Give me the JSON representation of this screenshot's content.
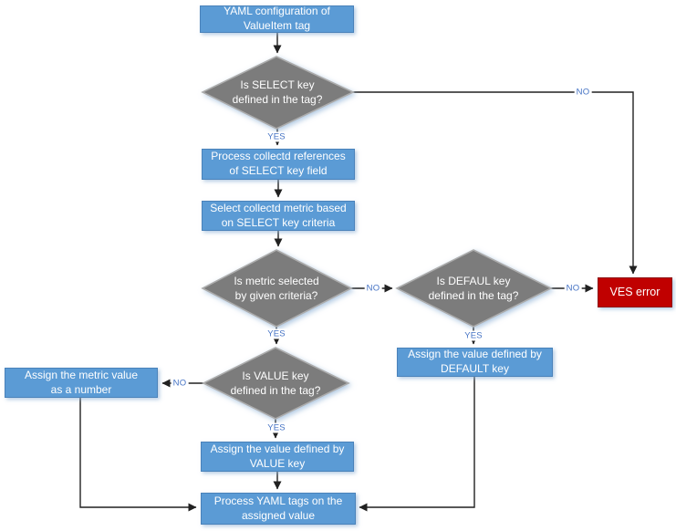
{
  "nodes": {
    "yaml_config": "YAML configuration of\nValueItem tag",
    "select_key_q": "Is SELECT key\ndefined in the tag?",
    "process_references": "Process collectd references\nof SELECT key field",
    "select_metric": "Select collectd metric based\non SELECT key criteria",
    "metric_selected_q": "Is metric selected\nby given criteria?",
    "default_key_q": "Is DEFAUL key\ndefined in the tag?",
    "ves_error": "VES error",
    "assign_default": "Assign the value defined by\nDEFAULT key",
    "value_key_q": "Is VALUE key\ndefined in the tag?",
    "assign_metric": "Assign the metric value\nas a number",
    "assign_value": "Assign the value defined by\nVALUE key",
    "process_yaml": "Process YAML tags on the\nassigned value"
  },
  "labels": {
    "yes": "YES",
    "no": "NO"
  },
  "colors": {
    "process_fill": "#5B9BD5",
    "process_border": "#4A82BA",
    "decision_fill": "#7C7C7C",
    "decision_border": "#ACACAC",
    "error_fill": "#C00000",
    "error_border": "#8F1010",
    "edge_label": "#4472C4",
    "connector": "#212121"
  }
}
